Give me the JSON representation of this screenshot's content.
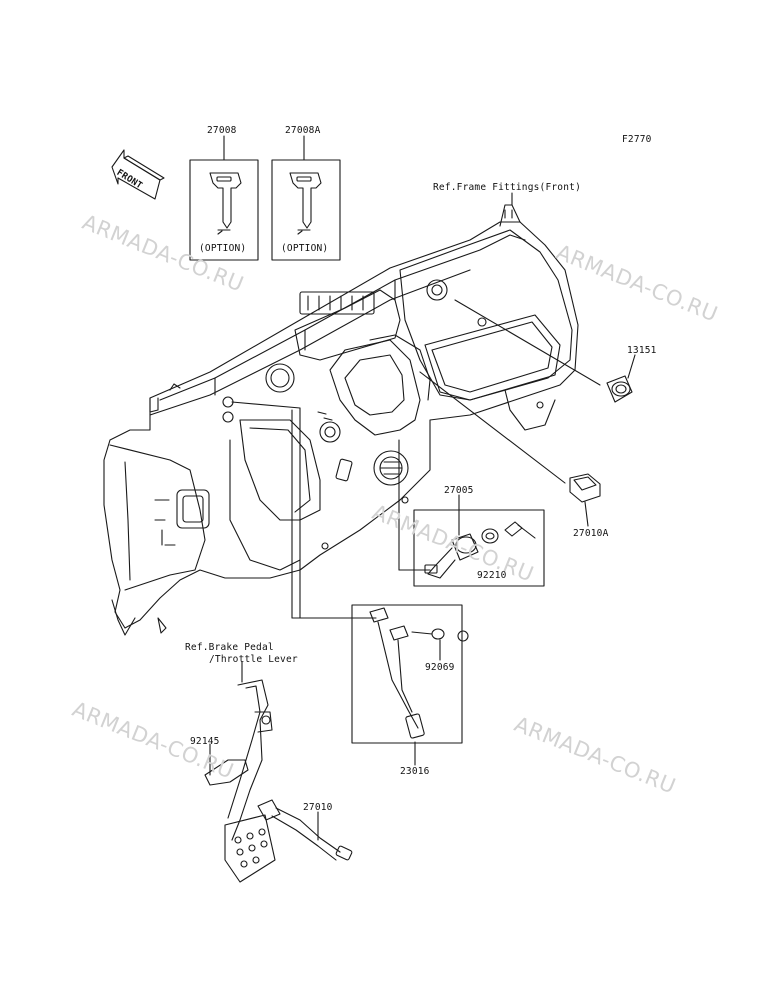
{
  "diagram_code": "F2770",
  "front_arrow_label": "FRONT",
  "watermark": "ARMADA-CO.RU",
  "key_boxes": [
    {
      "part_no": "27008",
      "note": "(OPTION)"
    },
    {
      "part_no": "27008A",
      "note": "(OPTION)"
    }
  ],
  "refs": {
    "frame": "Ref.Frame Fittings(Front)",
    "brake_line1": "Ref.Brake Pedal",
    "brake_line2": "/Throttle Lever"
  },
  "parts": {
    "p13151": "13151",
    "p27010A": "27010A",
    "p27005": "27005",
    "p92210": "92210",
    "p92069": "92069",
    "p23016": "23016",
    "p92145": "92145",
    "p27010": "27010"
  },
  "colors": {
    "line": "#1a1a1a",
    "watermark": "#d2d2d2"
  }
}
